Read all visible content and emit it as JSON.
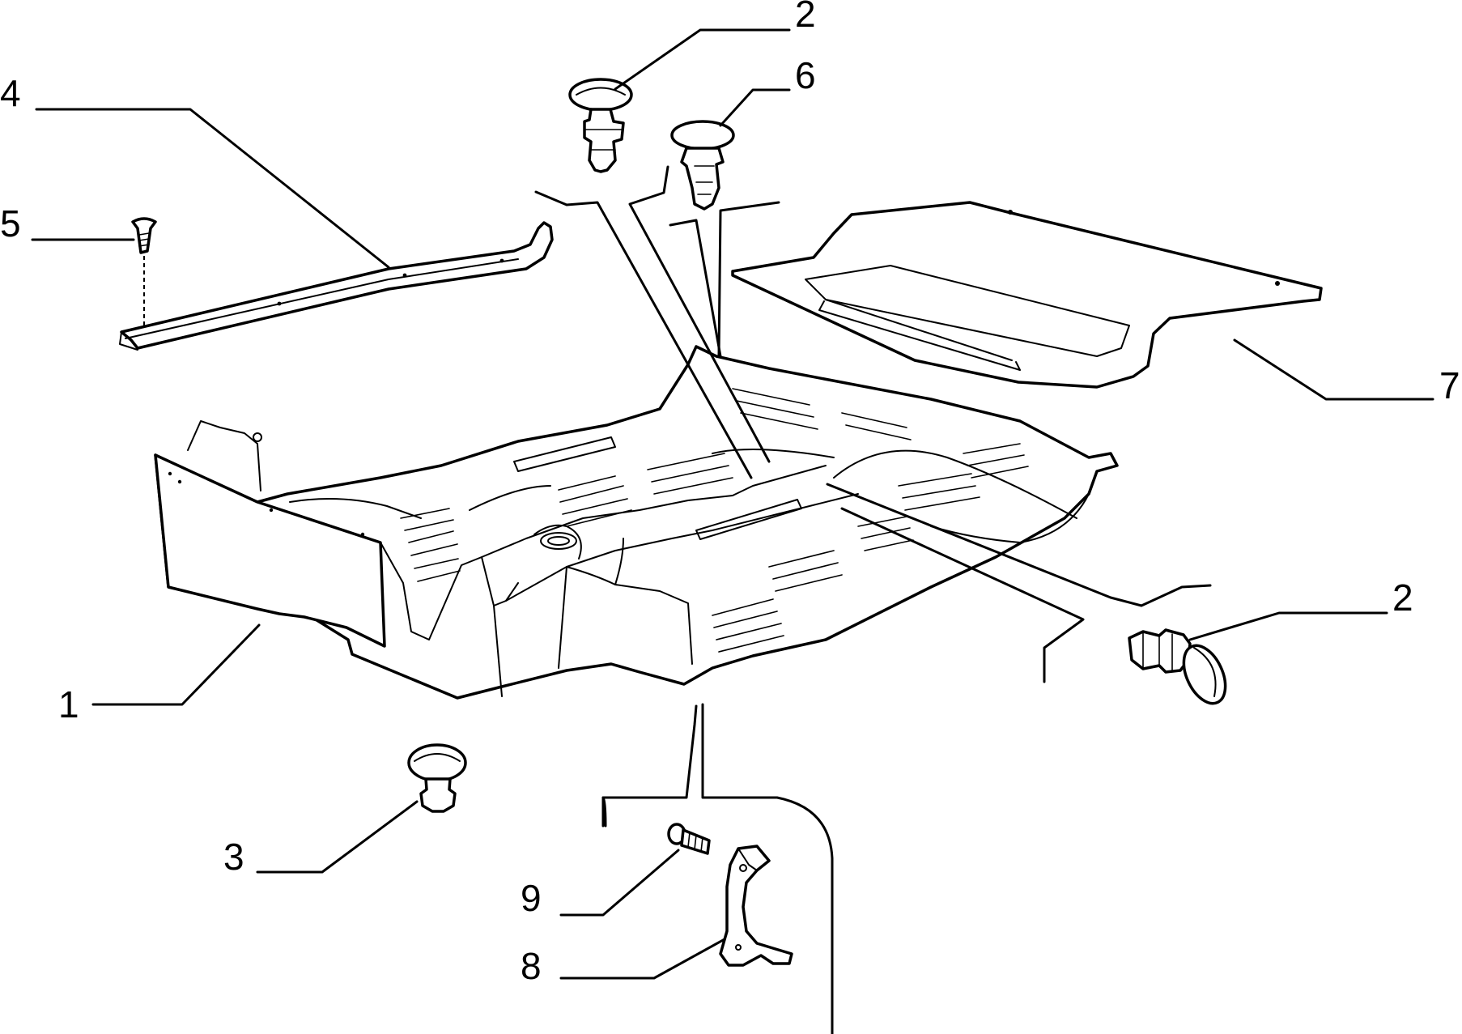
{
  "callouts": [
    {
      "id": "c1",
      "label": "1"
    },
    {
      "id": "c2a",
      "label": "2"
    },
    {
      "id": "c2b",
      "label": "2"
    },
    {
      "id": "c3",
      "label": "3"
    },
    {
      "id": "c4",
      "label": "4"
    },
    {
      "id": "c5",
      "label": "5"
    },
    {
      "id": "c6",
      "label": "6"
    },
    {
      "id": "c7",
      "label": "7"
    },
    {
      "id": "c8",
      "label": "8"
    },
    {
      "id": "c9",
      "label": "9"
    }
  ],
  "colors": {
    "ink": "#000000",
    "paper": "#ffffff"
  }
}
